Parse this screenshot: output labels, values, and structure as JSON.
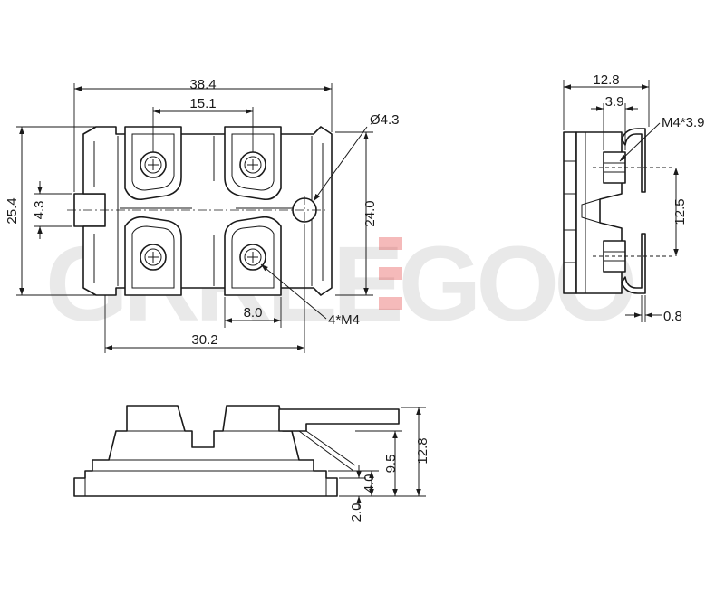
{
  "watermark": {
    "text": "GRREEGOO",
    "color": "#9a9a9a",
    "accent_color": "#e23a3a"
  },
  "dimensions": {
    "top_view": {
      "overall_width": "38.4",
      "screw_spacing": "15.1",
      "hole_diameter": "Ø4.3",
      "overall_height": "25.4",
      "tab_width": "4.3",
      "hole_height": "24.0",
      "terminal_width": "8.0",
      "thread_note": "4*M4",
      "base_width": "30.2"
    },
    "side_view": {
      "overall_depth": "12.8",
      "nut_depth": "3.9",
      "thread_depth": "M4*3.9",
      "pitch": "12.5",
      "clip_thickness": "0.8"
    },
    "front_view": {
      "base_thickness": "2.0",
      "body_height": "4.0",
      "shoulder_height": "9.5",
      "overall_height": "12.8"
    }
  }
}
